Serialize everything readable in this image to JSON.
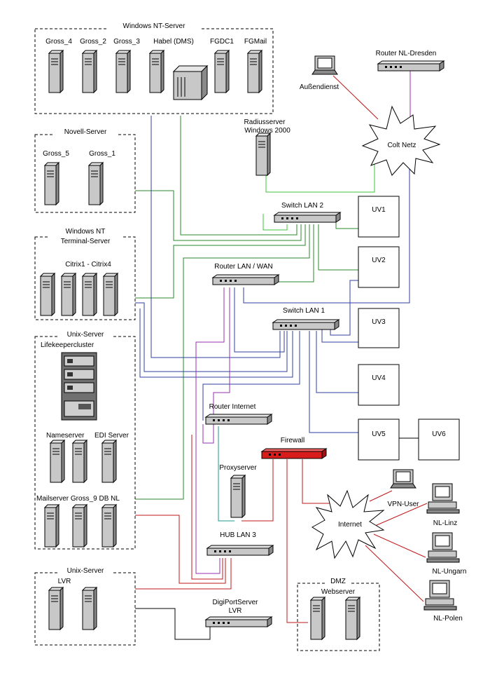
{
  "colors": {
    "green": "#2a8a2a",
    "blue": "#2f3fa0",
    "purple": "#9a2fb0",
    "red": "#c01818",
    "teal": "#1a9a8a",
    "lightgreen": "#3cc43c",
    "black": "#000000",
    "firewall": "#d81b1b"
  },
  "groups": {
    "nt_server": "Windows NT-Server",
    "novell": "Novell-Server",
    "terminal_1": "Windows NT",
    "terminal_2": "Terminal-Server",
    "unix_1": "Unix-Server",
    "unix_2": "Unix-Server",
    "dmz": "DMZ"
  },
  "labels": {
    "gross4": "Gross_4",
    "gross2": "Gross_2",
    "gross3": "Gross_3",
    "habel": "Habel (DMS)",
    "fgdc1": "FGDC1",
    "fgmail": "FGMail",
    "gross5": "Gross_5",
    "gross1": "Gross_1",
    "citrix": "Citrix1 - Citrix4",
    "lifekeeper": "Lifekeepercluster",
    "nameserver": "Nameserver",
    "edi": "EDI Server",
    "mailserver": "Mailserver Gross_9  DB NL",
    "lvr": "LVR",
    "webserver": "Webserver",
    "radius_1": "Radiusserver",
    "radius_2": "Windows 2000",
    "router_dresden": "Router NL-Dresden",
    "aussendienst": "Außendienst",
    "colt": "Colt Netz",
    "switch2": "Switch LAN 2",
    "router_wan": "Router LAN / WAN",
    "switch1": "Switch LAN 1",
    "router_internet": "Router Internet",
    "firewall": "Firewall",
    "proxy": "Proxyserver",
    "hub3": "HUB LAN 3",
    "digiport_1": "DigiPortServer",
    "digiport_2": "LVR",
    "internet": "Internet",
    "vpn": "VPN-User",
    "linz": "NL-Linz",
    "ungarn": "NL-Ungarn",
    "polen": "NL-Polen",
    "uv1": "UV1",
    "uv2": "UV2",
    "uv3": "UV3",
    "uv4": "UV4",
    "uv5": "UV5",
    "uv6": "UV6"
  }
}
